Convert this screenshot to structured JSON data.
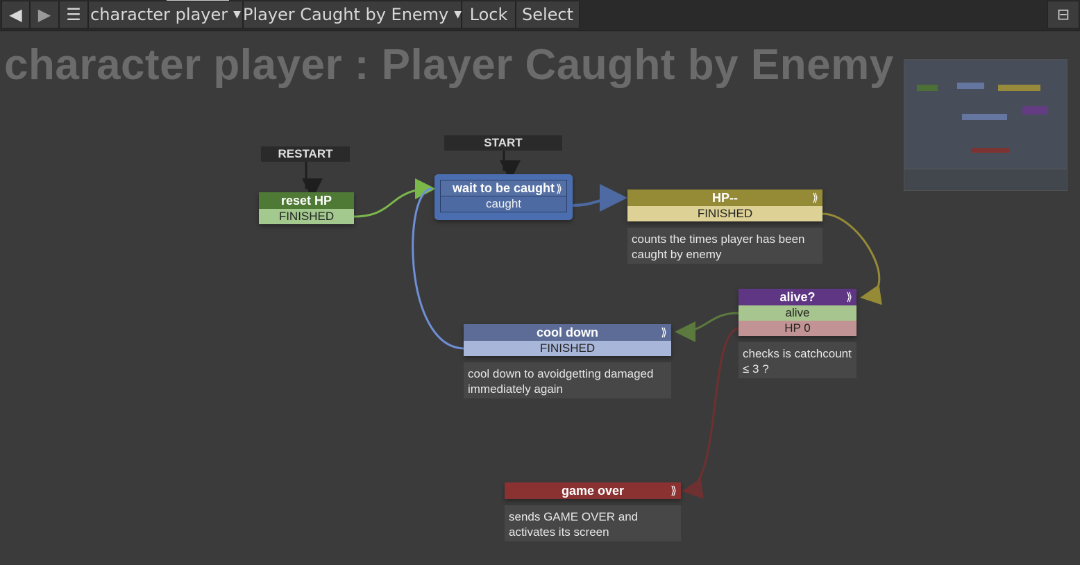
{
  "toolbar": {
    "back_icon": "◀",
    "forward_icon": "▶",
    "menu_icon": "☰",
    "fsm_selector": "character player",
    "state_selector": "Player Caught by Enemy",
    "caret": "▼",
    "lock_label": "Lock",
    "select_label": "Select",
    "minimap_toggle_icon": "⊟"
  },
  "graph_title": "character player : Player Caught by Enemy",
  "tags": {
    "restart": "RESTART",
    "start": "START"
  },
  "nodes": {
    "reset_hp": {
      "title": "reset HP",
      "events": [
        "FINISHED"
      ],
      "color": "#4f7a35",
      "row_color": "#a3c98f"
    },
    "wait_caught": {
      "title": "wait to be caught",
      "events": [
        "caught"
      ],
      "color": "#5570a4",
      "row_color": "#4d6aa3",
      "icon": "⟫"
    },
    "hp_minus": {
      "title": "HP--",
      "events": [
        "FINISHED"
      ],
      "color": "#958a36",
      "row_color": "#ddd195",
      "icon": "⟫",
      "comment": "counts the times player has been caught by enemy"
    },
    "alive": {
      "title": "alive?",
      "events": [
        "alive",
        "HP 0"
      ],
      "color": "#5e3684",
      "row_colors": [
        "#a7c58e",
        "#c19394"
      ],
      "icon": "⟫",
      "comment": "checks is catchcount ≤ 3 ?"
    },
    "cool_down": {
      "title": "cool down",
      "events": [
        "FINISHED"
      ],
      "color": "#5c6c96",
      "row_color": "#a8b6d9",
      "icon": "⟫",
      "comment": "cool down to avoidgetting damaged immediately again"
    },
    "game_over": {
      "title": "game over",
      "events": [],
      "color": "#8a3232",
      "icon": "⟫",
      "comment": "sends GAME OVER and activates its screen"
    }
  },
  "colors": {
    "wire_green": "#7bb84c",
    "wire_blue": "#6f8fd6",
    "wire_yellow": "#958a36",
    "wire_olive_green": "#5c7a3e",
    "wire_red": "#6e3030",
    "wire_dark": "#1e1e1e"
  }
}
